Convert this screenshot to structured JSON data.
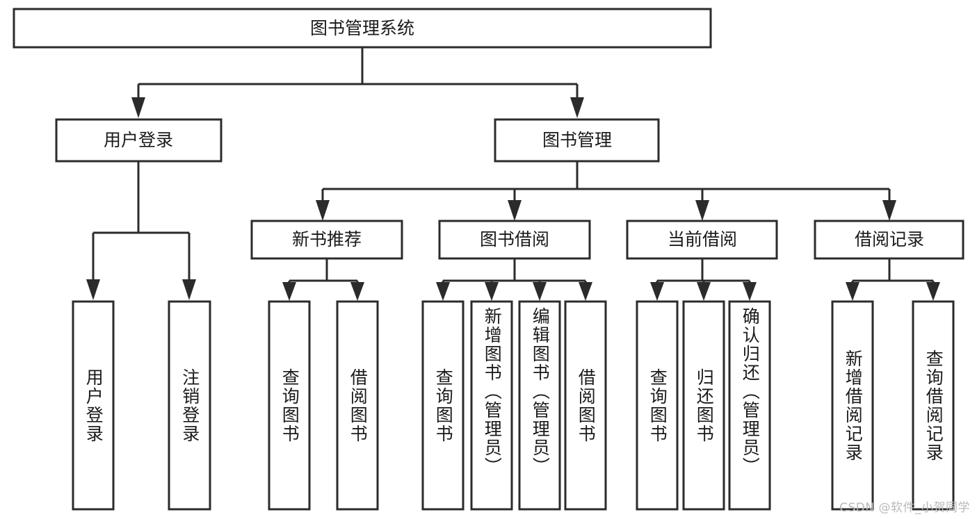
{
  "chart_data": {
    "type": "diagram",
    "diagram_kind": "tree",
    "title": "图书管理系统",
    "orientation": "top-down",
    "edge_style": "orthogonal-arrow",
    "levels": 3
  },
  "colors": {
    "box_fill": "#ffffff",
    "box_stroke": "#2b2b2b",
    "connector": "#2b2b2b",
    "text": "#1a1a1a",
    "watermark": "#b9b9b9",
    "background": "#ffffff"
  },
  "root": {
    "label": "图书管理系统"
  },
  "branches": [
    {
      "id": "user-login",
      "label": "用户登录",
      "children": [
        {
          "id": "user-login-do",
          "label": "用户登录"
        },
        {
          "id": "user-logout",
          "label": "注销登录"
        }
      ]
    },
    {
      "id": "book-manage",
      "label": "图书管理",
      "groups": [
        {
          "id": "new-book-recommend",
          "label": "新书推荐",
          "children": [
            {
              "id": "query-book-1",
              "label": "查询图书"
            },
            {
              "id": "borrow-book-1",
              "label": "借阅图书"
            }
          ]
        },
        {
          "id": "book-borrow",
          "label": "图书借阅",
          "children": [
            {
              "id": "query-book-2",
              "label": "查询图书"
            },
            {
              "id": "add-book",
              "label": "新增图书（管理员）"
            },
            {
              "id": "edit-book",
              "label": "编辑图书（管理员）"
            },
            {
              "id": "borrow-book-2",
              "label": "借阅图书"
            }
          ]
        },
        {
          "id": "current-borrow",
          "label": "当前借阅",
          "children": [
            {
              "id": "query-book-3",
              "label": "查询图书"
            },
            {
              "id": "return-book",
              "label": "归还图书"
            },
            {
              "id": "confirm-return",
              "label": "确认归还（管理员）"
            }
          ]
        },
        {
          "id": "borrow-record",
          "label": "借阅记录",
          "children": [
            {
              "id": "add-borrow-record",
              "label": "新增借阅记录"
            },
            {
              "id": "query-borrow-record",
              "label": "查询借阅记录"
            }
          ]
        }
      ]
    }
  ],
  "watermark": {
    "text": "CSDN @软件_小贺同学"
  }
}
